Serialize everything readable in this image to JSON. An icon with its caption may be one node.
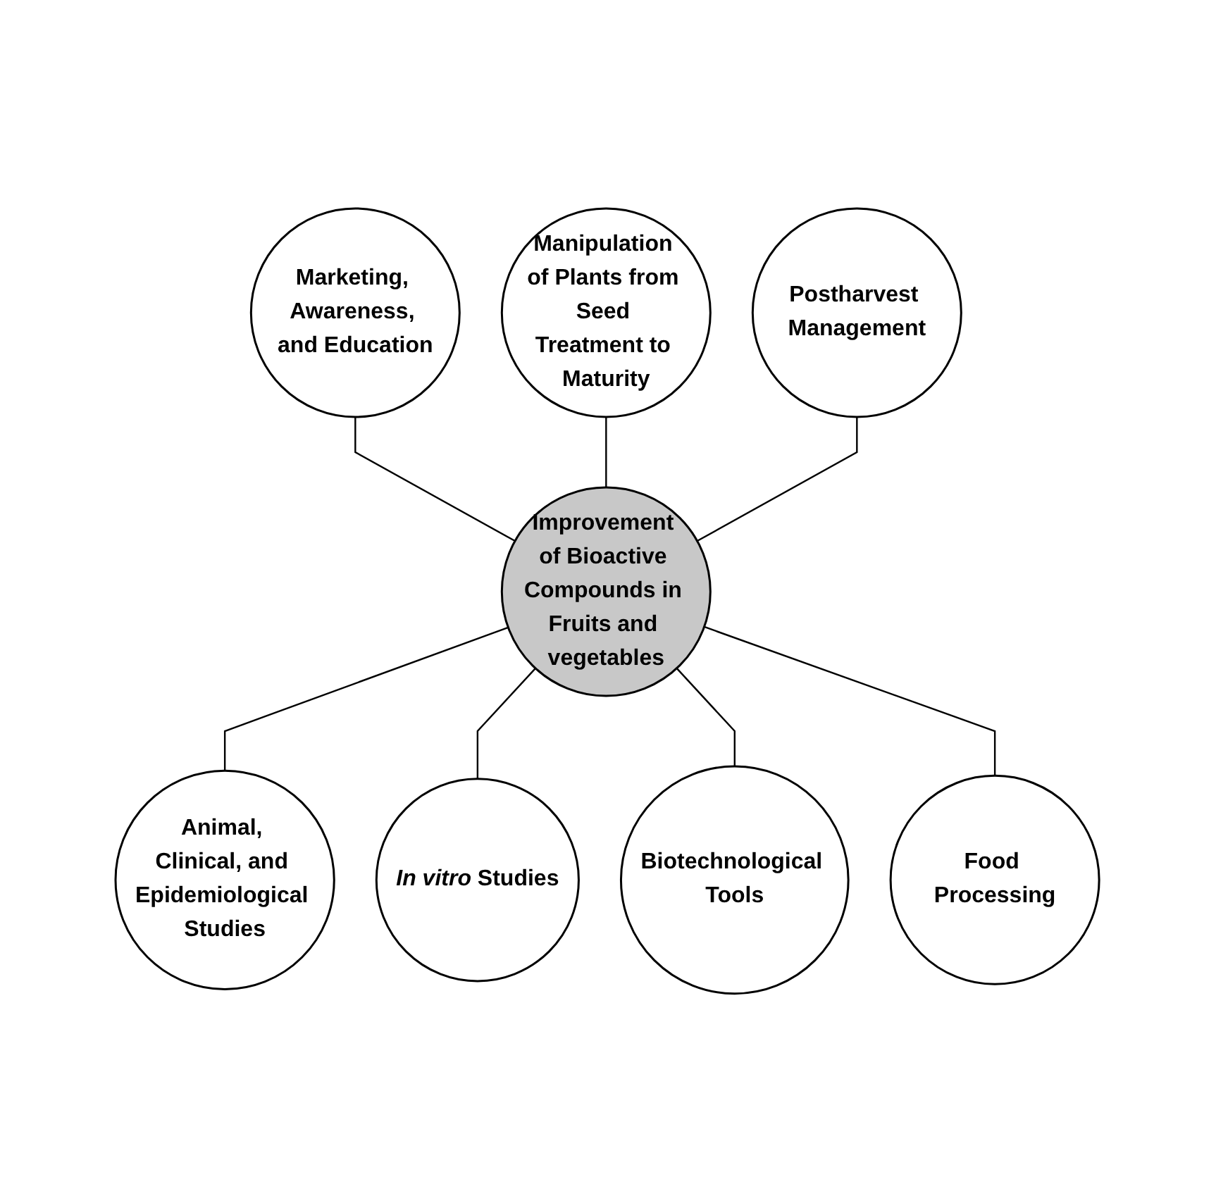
{
  "diagram": {
    "nodes": [
      {
        "text": [
          "Manipulation of Plants from Seed Treatment to Maturity"
        ]
      },
      {
        "text": [
          "Marketing, Awareness, and Education"
        ]
      },
      {
        "text": [
          "Postharvest Management"
        ]
      },
      {
        "text": [
          "Improvement of Bioactive Compounds in Fruits and vegetables"
        ]
      },
      {
        "text": [
          "Animal, Clinical, and Epidemiological Studies"
        ]
      },
      {
        "text": [
          "Food Processing"
        ]
      },
      {
        "text": [
          "*In vitro* Studies"
        ]
      },
      {
        "text": [
          "Biotechnological Tools"
        ]
      }
    ],
    "edges": [
      {
        "from": 1,
        "to": 3,
        "arrow": "none"
      },
      {
        "from": 0,
        "to": 3,
        "arrow": "none"
      },
      {
        "from": 2,
        "to": 3,
        "arrow": "none"
      },
      {
        "from": 3,
        "to": 4,
        "arrow": "none"
      },
      {
        "from": 3,
        "to": 6,
        "arrow": "none"
      },
      {
        "from": 3,
        "to": 7,
        "arrow": "none"
      },
      {
        "from": 3,
        "to": 5,
        "arrow": "none"
      }
    ]
  }
}
